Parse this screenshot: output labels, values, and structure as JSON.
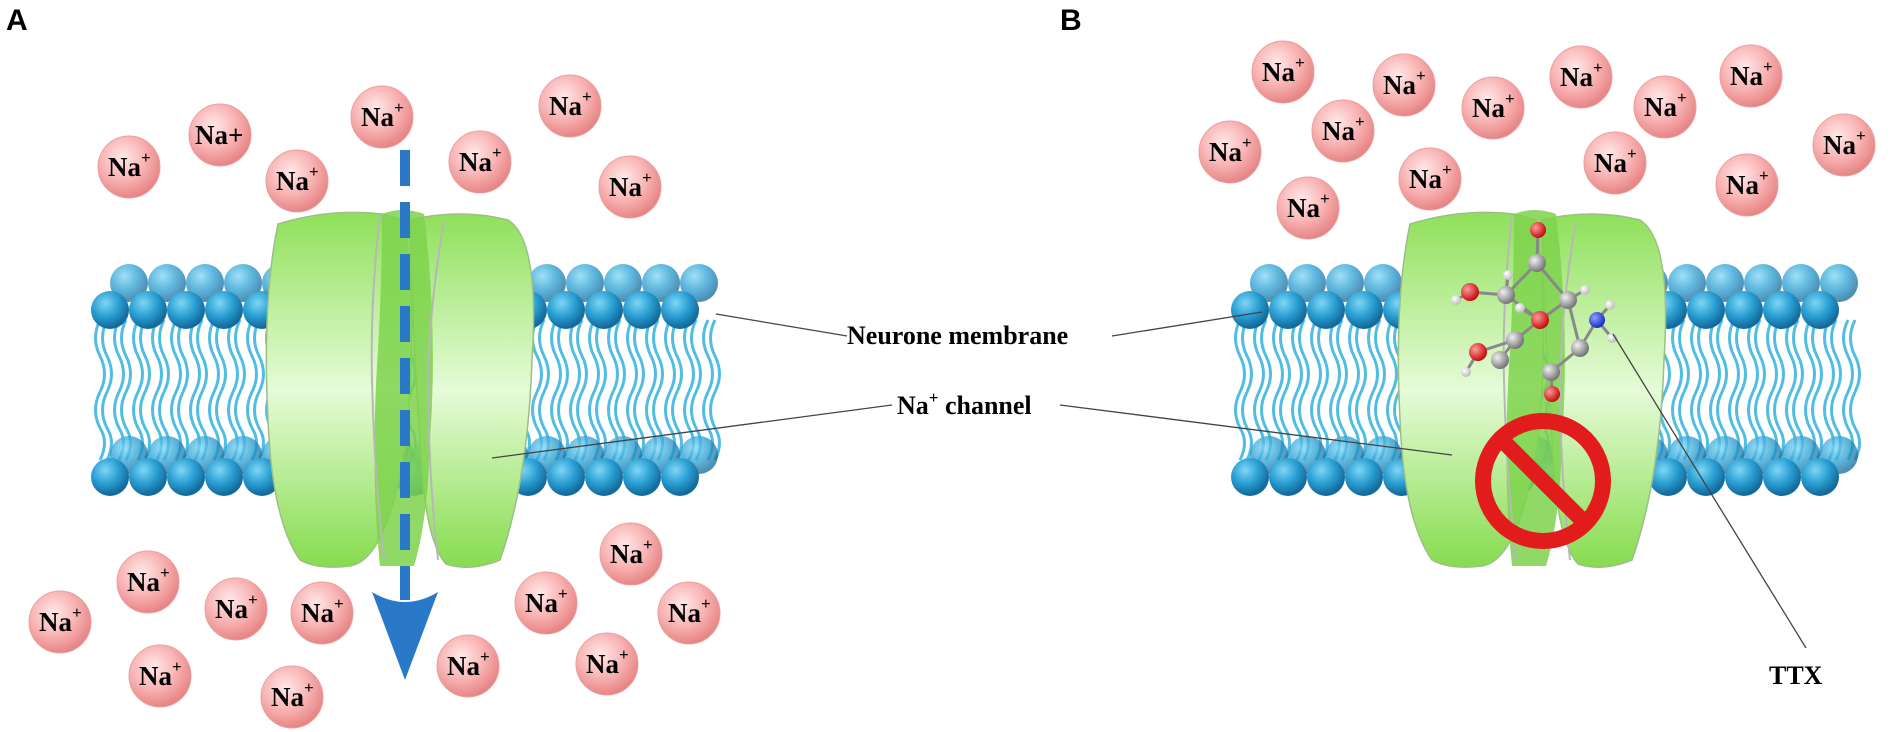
{
  "panels": [
    {
      "id": "A",
      "label": "A",
      "state": "open"
    },
    {
      "id": "B",
      "label": "B",
      "state": "blocked"
    }
  ],
  "ion": {
    "element": "Na",
    "charge": "+",
    "charge_alt": "+"
  },
  "callouts": {
    "membrane": "Neurone membrane",
    "channel_name": "Na",
    "channel_sup": "+",
    "channel_rest": " channel",
    "toxin": "TTX"
  },
  "colors": {
    "lipid_head": "#2a9fd3",
    "lipid_tail": "#3fb6e0",
    "channel": "#9ee86a",
    "ion_fill": "#f6a9a9",
    "flow_arrow": "#2a78c8",
    "block_sign": "#e21c1c"
  },
  "icons": {
    "flow": "down-arrow-icon",
    "blocked": "prohibited-icon",
    "molecule": "ttx-molecule-icon"
  }
}
